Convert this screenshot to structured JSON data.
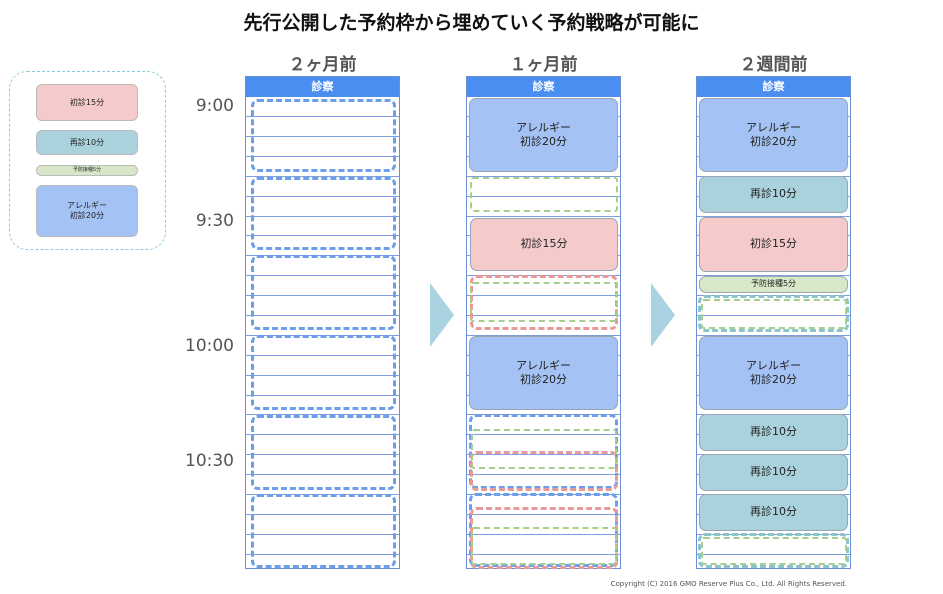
{
  "title": "先行公開した予約枠から埋めていく予約戦略が可能に",
  "legend": {
    "items": [
      {
        "label": "初診15分",
        "color": "#f4caca"
      },
      {
        "label": "再診10分",
        "color": "#a9d2dd"
      },
      {
        "label": "予防接種5分",
        "color": "#d6e8c8"
      },
      {
        "label": "アレルギー\n初診20分",
        "color": "#a4c2f4"
      }
    ]
  },
  "time_labels": [
    "9:00",
    "9:30",
    "10:00",
    "10:30"
  ],
  "header_label": "診察",
  "columns": [
    {
      "title": "２ヶ月前"
    },
    {
      "title": "１ヶ月前"
    },
    {
      "title": "２週間前"
    }
  ],
  "colors": {
    "header": "#4a8ef0",
    "grid_line": "#7d9fe0",
    "blue_dash": "#6d9eeb",
    "red_dash": "#e69a9a",
    "green_dash": "#a6cf8f",
    "teal_dash": "#8cc4cc",
    "arrow": "#a9d3e0"
  },
  "slots": {
    "allergy": "アレルギー\n初診20分",
    "first": "初診15分",
    "revisit": "再診10分",
    "vaccine": "予防接種5分"
  },
  "copyright": "Copyright (C) 2016 GMO Reserve Plus Co., Ltd. All Rights Reserved."
}
